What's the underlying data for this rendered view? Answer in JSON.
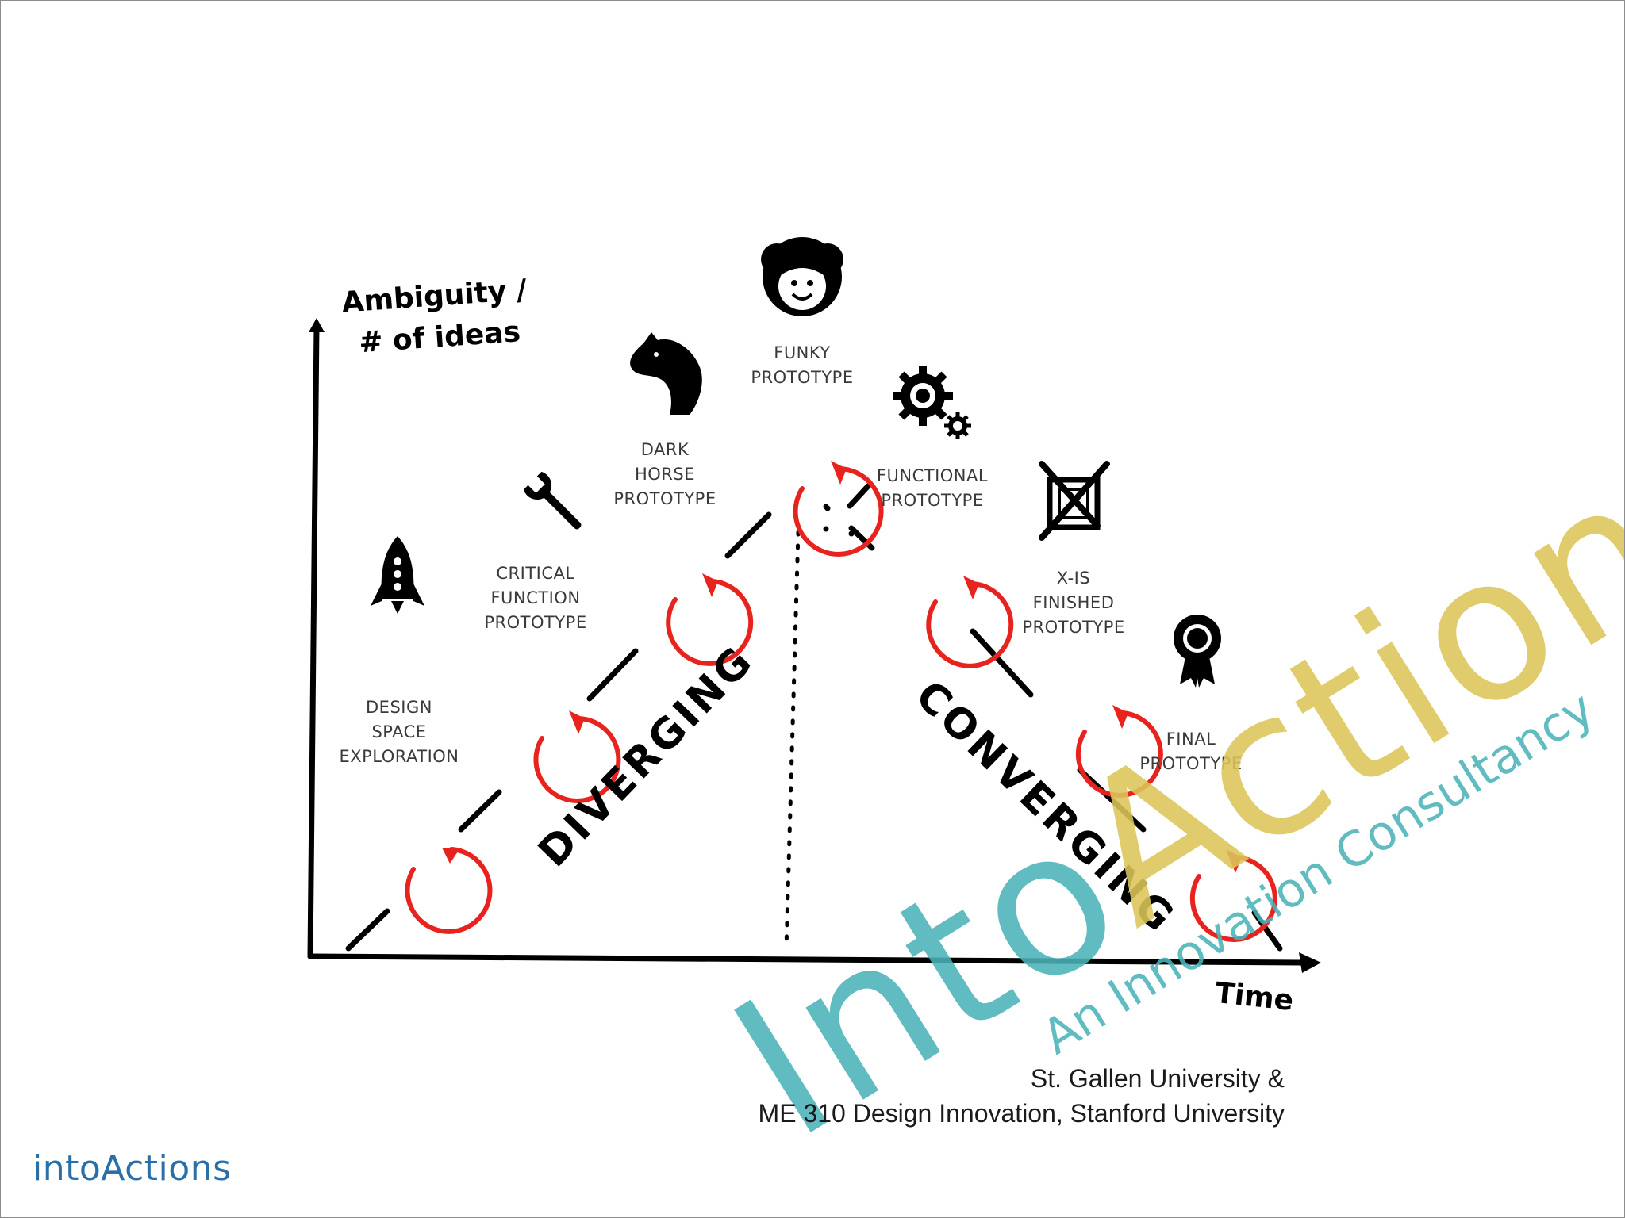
{
  "diagram": {
    "y_axis_label": [
      "Ambiguity /",
      "# of ideas"
    ],
    "x_axis_label": "Time",
    "phases": {
      "left": "DIVERGING",
      "right": "CONVERGING"
    },
    "stages": [
      {
        "lines": [
          "DESIGN",
          "SPACE",
          "EXPLORATION"
        ],
        "icon": "rocket-icon"
      },
      {
        "lines": [
          "CRITICAL",
          "FUNCTION",
          "PROTOTYPE"
        ],
        "icon": "wrench-icon"
      },
      {
        "lines": [
          "DARK",
          "HORSE",
          "PROTOTYPE"
        ],
        "icon": "horse-head-icon"
      },
      {
        "lines": [
          "FUNKY",
          "PROTOTYPE"
        ],
        "icon": "afro-face-icon"
      },
      {
        "lines": [
          "FUNCTIONAL",
          "PROTOTYPE"
        ],
        "icon": "gears-icon"
      },
      {
        "lines": [
          "X-IS",
          "FINISHED",
          "PROTOTYPE"
        ],
        "icon": "crossed-box-icon"
      },
      {
        "lines": [
          "FINAL",
          "PROTOTYPE"
        ],
        "icon": "award-ribbon-icon"
      }
    ],
    "iteration_loop_color": "#e8231e"
  },
  "watermark": {
    "brand": "IntoActions",
    "tagline": "An Innovation Consultancy",
    "teal": "#4bb3b8",
    "gold": "#dcc65a"
  },
  "credit": {
    "line1": "St. Gallen University &",
    "line2": "ME 310 Design Innovation, Stanford University"
  },
  "logo": {
    "brand": "intoActions",
    "color": "#2a6fa8"
  }
}
